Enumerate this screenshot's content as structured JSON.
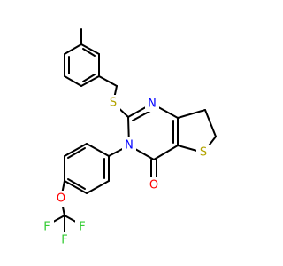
{
  "colors": {
    "bond": "#000000",
    "nitrogen": "#0000ff",
    "sulfur": "#b3a300",
    "oxygen": "#ff0000",
    "fluorine": "#33cc33"
  },
  "atoms": {
    "s_thioether": "S",
    "n1": "N",
    "n3": "N",
    "s_ring": "S",
    "o_carbonyl": "O",
    "o_ether": "O",
    "f1": "F",
    "f2": "F",
    "f3": "F"
  }
}
